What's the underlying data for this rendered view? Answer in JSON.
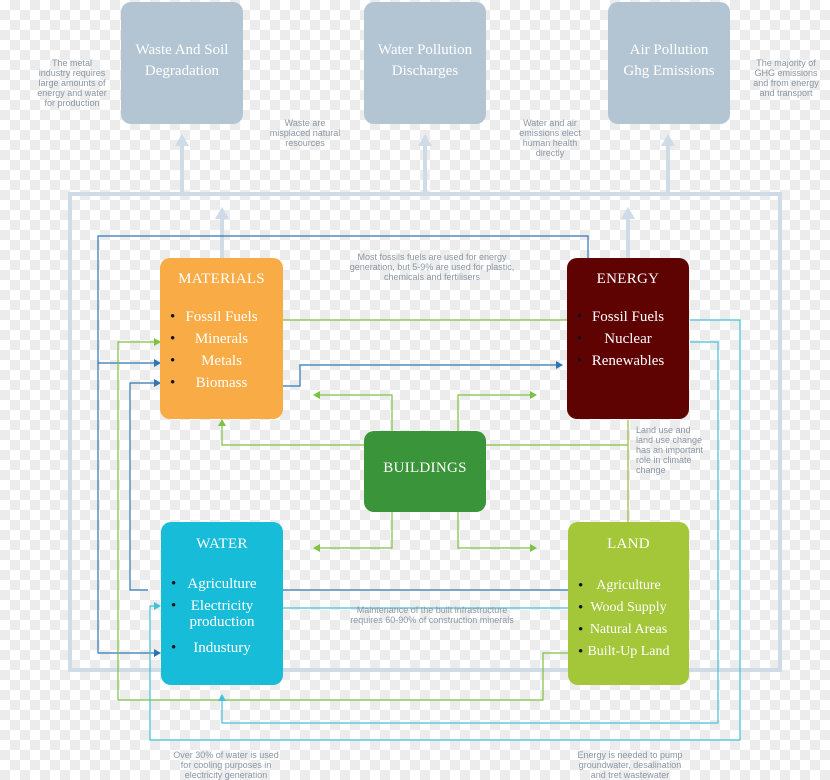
{
  "impacts": {
    "waste": [
      "Waste And Soil",
      "Degradation"
    ],
    "water": [
      "Water Pollution",
      "Discharges"
    ],
    "air": [
      "Air Pollution",
      "Ghg Emissions"
    ]
  },
  "materials": {
    "title": "MATERIALS",
    "items": [
      "Fossil Fuels",
      "Minerals",
      "Metals",
      "Biomass"
    ],
    "color": "#f9ab45"
  },
  "energy": {
    "title": "ENERGY",
    "items": [
      "Fossil Fuels",
      "Nuclear",
      "Renewables"
    ],
    "color": "#5e0202"
  },
  "buildings": {
    "title": "BUILDINGS",
    "color": "#3a9439"
  },
  "water": {
    "title": "WATER",
    "items": [
      "Agriculture",
      "Electricity",
      "production",
      "Industury"
    ],
    "color": "#16bcd8"
  },
  "land": {
    "title": "LAND",
    "items": [
      "Agriculture",
      "Wood Supply",
      "Natural Areas",
      "Built-Up Land"
    ],
    "color": "#a4c639"
  },
  "notes": {
    "metal": [
      "The metal",
      "industry requires",
      "large amounts of",
      "energy and water",
      "for production"
    ],
    "ghg": [
      "The majority of",
      "GHG emissions",
      "and from energy",
      "and transport"
    ],
    "waste": [
      "Waste are",
      "misplaced natural",
      "resources"
    ],
    "waterair": [
      "Water and air",
      "emissions elect",
      "human health",
      "directly"
    ],
    "fossil": [
      "Most fossils fuels are used for energy",
      "generation, but 5-9% are used for plastic,",
      "chemicals and fertilisers"
    ],
    "landuse": [
      "Land use and",
      "land use change",
      "has an important",
      "role in climate",
      "change"
    ],
    "maintenance": [
      "Maintenance of the built infrastructure",
      "requires 60-90% of construction minerals"
    ],
    "cooling": [
      "Over 30% of water is used",
      "for cooling purposes in",
      "electricity generation"
    ],
    "pump": [
      "Energy is needed to pump",
      "groundwater, desalination",
      "and tret wastewater"
    ]
  },
  "colors": {
    "frame": "#cfdbe6",
    "blue_line": "#2e75b6",
    "green_line": "#7dc242",
    "cyan_line": "#44c1d8",
    "olive_line": "#9cb840",
    "note_text": "#8a96a4"
  }
}
